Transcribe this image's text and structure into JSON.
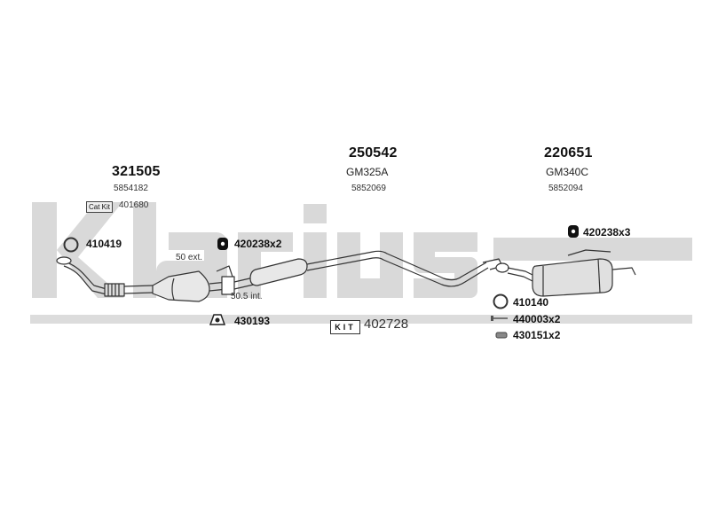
{
  "watermark": {
    "brand": "Klarius",
    "color": "#d6d6d6"
  },
  "sections": [
    {
      "part_no": "321505",
      "ref": "5854182"
    },
    {
      "part_no": "250542",
      "model": "GM325A",
      "ref": "5852069"
    },
    {
      "part_no": "220651",
      "model": "GM340C",
      "ref": "5852094"
    }
  ],
  "cat_kit": {
    "badge": "Cat Kit",
    "part_no": "401680"
  },
  "accessories": [
    {
      "part_no": "410419",
      "icon": "gasket-ring-icon"
    },
    {
      "part_no": "420238x2",
      "icon": "rubber-hanger-icon"
    },
    {
      "part_no": "430193",
      "icon": "mounting-bracket-icon"
    },
    {
      "part_no": "420238x3",
      "icon": "rubber-hanger-icon"
    },
    {
      "part_no": "410140",
      "icon": "gasket-ring-icon"
    },
    {
      "part_no": "440003x2",
      "icon": "bolt-icon"
    },
    {
      "part_no": "430151x2",
      "icon": "clamp-icon"
    }
  ],
  "dimensions": {
    "ext": "50 ext.",
    "int": "50.5 int."
  },
  "kit": {
    "badge": "KIT",
    "part_no": "402728"
  }
}
